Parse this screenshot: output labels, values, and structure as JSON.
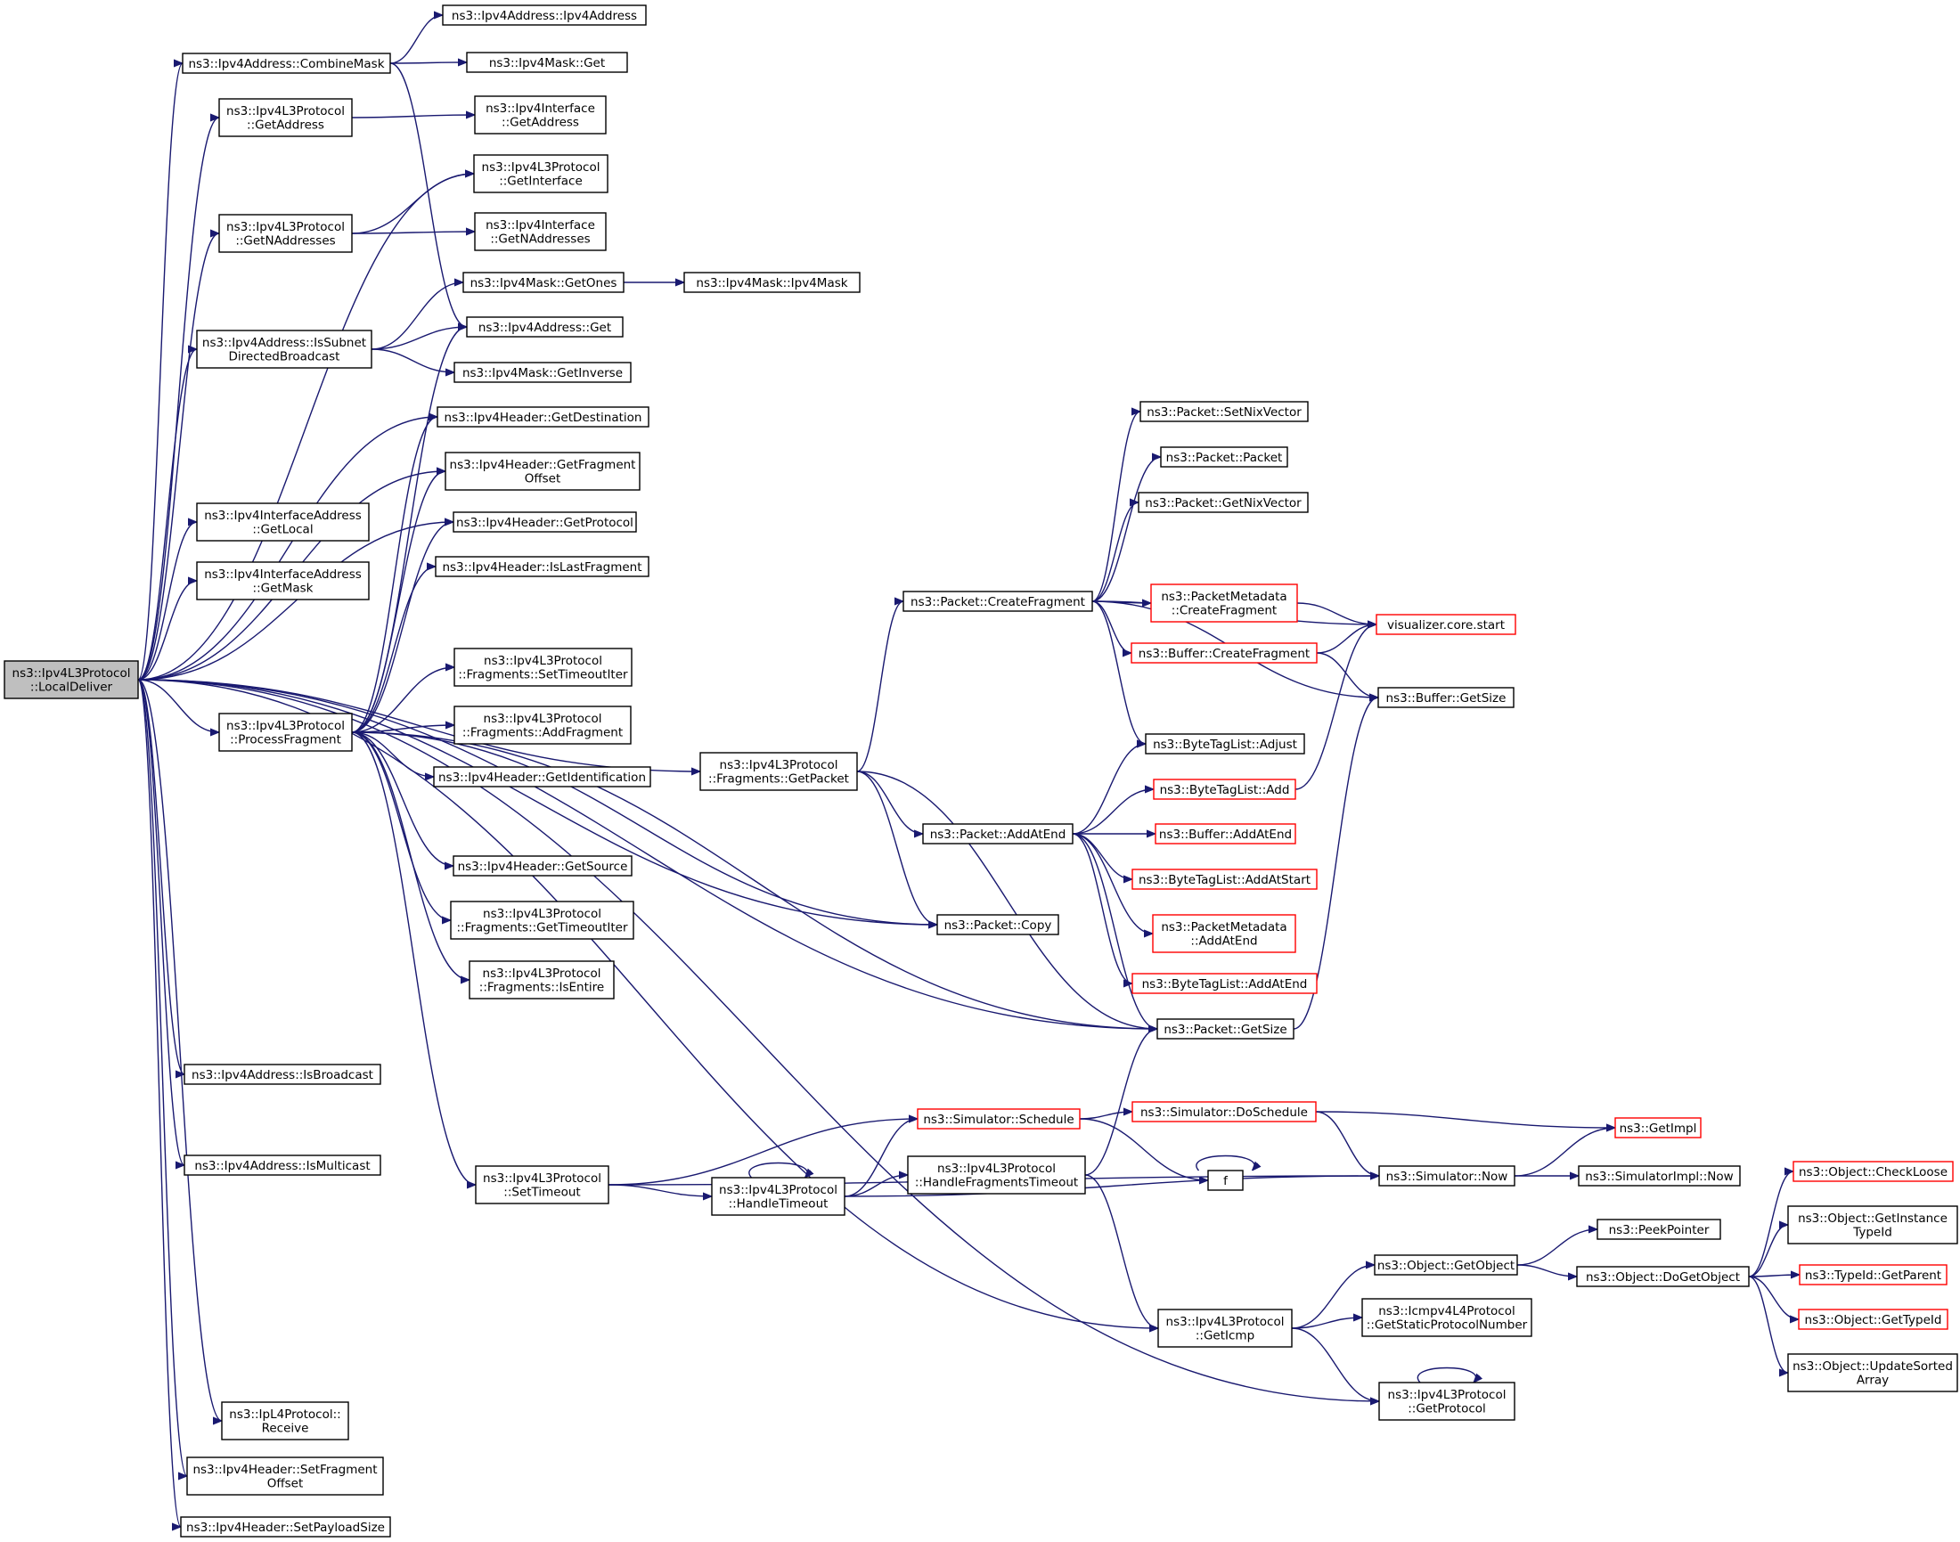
{
  "nodes": [
    {
      "id": "root",
      "lines": [
        "ns3::Ipv4L3Protocol",
        "::LocalDeliver"
      ],
      "kind": "root"
    },
    {
      "id": "combinemask",
      "lines": [
        "ns3::Ipv4Address::CombineMask"
      ]
    },
    {
      "id": "ipv4address_ctor",
      "lines": [
        "ns3::Ipv4Address::Ipv4Address"
      ]
    },
    {
      "id": "mask_get",
      "lines": [
        "ns3::Ipv4Mask::Get"
      ]
    },
    {
      "id": "getaddress",
      "lines": [
        "ns3::Ipv4L3Protocol",
        "::GetAddress"
      ]
    },
    {
      "id": "iface_getaddress",
      "lines": [
        "ns3::Ipv4Interface",
        "::GetAddress"
      ]
    },
    {
      "id": "getinterface",
      "lines": [
        "ns3::Ipv4L3Protocol",
        "::GetInterface"
      ]
    },
    {
      "id": "getnaddresses",
      "lines": [
        "ns3::Ipv4L3Protocol",
        "::GetNAddresses"
      ]
    },
    {
      "id": "iface_getnaddresses",
      "lines": [
        "ns3::Ipv4Interface",
        "::GetNAddresses"
      ]
    },
    {
      "id": "getones",
      "lines": [
        "ns3::Ipv4Mask::GetOnes"
      ]
    },
    {
      "id": "mask_ctor",
      "lines": [
        "ns3::Ipv4Mask::Ipv4Mask"
      ]
    },
    {
      "id": "issubnet",
      "lines": [
        "ns3::Ipv4Address::IsSubnet",
        "DirectedBroadcast"
      ]
    },
    {
      "id": "addr_get",
      "lines": [
        "ns3::Ipv4Address::Get"
      ]
    },
    {
      "id": "getinverse",
      "lines": [
        "ns3::Ipv4Mask::GetInverse"
      ]
    },
    {
      "id": "getdestination",
      "lines": [
        "ns3::Ipv4Header::GetDestination"
      ]
    },
    {
      "id": "getfragoffset",
      "lines": [
        "ns3::Ipv4Header::GetFragment",
        "Offset"
      ]
    },
    {
      "id": "getlocal",
      "lines": [
        "ns3::Ipv4InterfaceAddress",
        "::GetLocal"
      ]
    },
    {
      "id": "getprotocol_hdr",
      "lines": [
        "ns3::Ipv4Header::GetProtocol"
      ]
    },
    {
      "id": "getmask",
      "lines": [
        "ns3::Ipv4InterfaceAddress",
        "::GetMask"
      ]
    },
    {
      "id": "islastfragment",
      "lines": [
        "ns3::Ipv4Header::IsLastFragment"
      ]
    },
    {
      "id": "settimeoutiter",
      "lines": [
        "ns3::Ipv4L3Protocol",
        "::Fragments::SetTimeoutIter"
      ]
    },
    {
      "id": "processfragment",
      "lines": [
        "ns3::Ipv4L3Protocol",
        "::ProcessFragment"
      ]
    },
    {
      "id": "addfragment",
      "lines": [
        "ns3::Ipv4L3Protocol",
        "::Fragments::AddFragment"
      ]
    },
    {
      "id": "getidentification",
      "lines": [
        "ns3::Ipv4Header::GetIdentification"
      ]
    },
    {
      "id": "getsource",
      "lines": [
        "ns3::Ipv4Header::GetSource"
      ]
    },
    {
      "id": "gettimeoutiter",
      "lines": [
        "ns3::Ipv4L3Protocol",
        "::Fragments::GetTimeoutIter"
      ]
    },
    {
      "id": "isentire",
      "lines": [
        "ns3::Ipv4L3Protocol",
        "::Fragments::IsEntire"
      ]
    },
    {
      "id": "isbroadcast",
      "lines": [
        "ns3::Ipv4Address::IsBroadcast"
      ]
    },
    {
      "id": "ismulticast",
      "lines": [
        "ns3::Ipv4Address::IsMulticast"
      ]
    },
    {
      "id": "settimeout",
      "lines": [
        "ns3::Ipv4L3Protocol",
        "::SetTimeout"
      ]
    },
    {
      "id": "iprecv",
      "lines": [
        "ns3::IpL4Protocol::",
        "Receive"
      ]
    },
    {
      "id": "setfragoffset",
      "lines": [
        "ns3::Ipv4Header::SetFragment",
        "Offset"
      ]
    },
    {
      "id": "setpayloadsize",
      "lines": [
        "ns3::Ipv4Header::SetPayloadSize"
      ]
    },
    {
      "id": "getpacket",
      "lines": [
        "ns3::Ipv4L3Protocol",
        "::Fragments::GetPacket"
      ]
    },
    {
      "id": "createfragment",
      "lines": [
        "ns3::Packet::CreateFragment"
      ]
    },
    {
      "id": "setnixvector",
      "lines": [
        "ns3::Packet::SetNixVector"
      ]
    },
    {
      "id": "packet_ctor",
      "lines": [
        "ns3::Packet::Packet"
      ]
    },
    {
      "id": "getnixvector",
      "lines": [
        "ns3::Packet::GetNixVector"
      ]
    },
    {
      "id": "pm_createfragment",
      "lines": [
        "ns3::PacketMetadata",
        "::CreateFragment"
      ],
      "kind": "red"
    },
    {
      "id": "vizstart",
      "lines": [
        "visualizer.core.start"
      ],
      "kind": "red"
    },
    {
      "id": "buf_createfragment",
      "lines": [
        "ns3::Buffer::CreateFragment"
      ],
      "kind": "red"
    },
    {
      "id": "buf_getsize",
      "lines": [
        "ns3::Buffer::GetSize"
      ]
    },
    {
      "id": "btl_adjust",
      "lines": [
        "ns3::ByteTagList::Adjust"
      ]
    },
    {
      "id": "btl_add",
      "lines": [
        "ns3::ByteTagList::Add"
      ],
      "kind": "red"
    },
    {
      "id": "addatend",
      "lines": [
        "ns3::Packet::AddAtEnd"
      ]
    },
    {
      "id": "buf_addatend",
      "lines": [
        "ns3::Buffer::AddAtEnd"
      ],
      "kind": "red"
    },
    {
      "id": "btl_addatstart",
      "lines": [
        "ns3::ByteTagList::AddAtStart"
      ],
      "kind": "red"
    },
    {
      "id": "pm_addatend",
      "lines": [
        "ns3::PacketMetadata",
        "::AddAtEnd"
      ],
      "kind": "red"
    },
    {
      "id": "copy",
      "lines": [
        "ns3::Packet::Copy"
      ]
    },
    {
      "id": "btl_addatend",
      "lines": [
        "ns3::ByteTagList::AddAtEnd"
      ],
      "kind": "red"
    },
    {
      "id": "pkt_getsize",
      "lines": [
        "ns3::Packet::GetSize"
      ]
    },
    {
      "id": "schedule",
      "lines": [
        "ns3::Simulator::Schedule"
      ],
      "kind": "red"
    },
    {
      "id": "doschedule",
      "lines": [
        "ns3::Simulator::DoSchedule"
      ],
      "kind": "red"
    },
    {
      "id": "getimpl",
      "lines": [
        "ns3::GetImpl"
      ],
      "kind": "red"
    },
    {
      "id": "handlefragtimeout",
      "lines": [
        "ns3::Ipv4L3Protocol",
        "::HandleFragmentsTimeout"
      ]
    },
    {
      "id": "handletimeout",
      "lines": [
        "ns3::Ipv4L3Protocol",
        "::HandleTimeout"
      ]
    },
    {
      "id": "f",
      "lines": [
        "f"
      ]
    },
    {
      "id": "now",
      "lines": [
        "ns3::Simulator::Now"
      ]
    },
    {
      "id": "impl_now",
      "lines": [
        "ns3::SimulatorImpl::Now"
      ]
    },
    {
      "id": "checkloose",
      "lines": [
        "ns3::Object::CheckLoose"
      ],
      "kind": "red"
    },
    {
      "id": "getinstancetypeid",
      "lines": [
        "ns3::Object::GetInstance",
        "TypeId"
      ]
    },
    {
      "id": "peekpointer",
      "lines": [
        "ns3::PeekPointer"
      ]
    },
    {
      "id": "getobject",
      "lines": [
        "ns3::Object::GetObject"
      ]
    },
    {
      "id": "dogetobject",
      "lines": [
        "ns3::Object::DoGetObject"
      ]
    },
    {
      "id": "getparent",
      "lines": [
        "ns3::TypeId::GetParent"
      ],
      "kind": "red"
    },
    {
      "id": "geticmp",
      "lines": [
        "ns3::Ipv4L3Protocol",
        "::GetIcmp"
      ]
    },
    {
      "id": "icmpnum",
      "lines": [
        "ns3::Icmpv4L4Protocol",
        "::GetStaticProtocolNumber"
      ]
    },
    {
      "id": "gettypeid",
      "lines": [
        "ns3::Object::GetTypeId"
      ],
      "kind": "red"
    },
    {
      "id": "updatesorted",
      "lines": [
        "ns3::Object::UpdateSorted",
        "Array"
      ]
    },
    {
      "id": "getprotocol",
      "lines": [
        "ns3::Ipv4L3Protocol",
        "::GetProtocol"
      ]
    }
  ]
}
